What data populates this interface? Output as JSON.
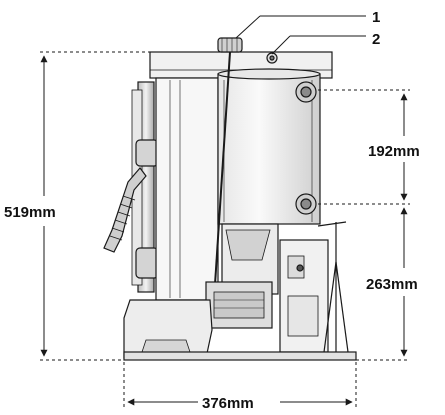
{
  "callouts": [
    {
      "number": "1"
    },
    {
      "number": "2"
    }
  ],
  "dimensions": {
    "overall_height": "519mm",
    "upper_section": "192mm",
    "lower_section": "263mm",
    "base_width": "376mm"
  },
  "colors": {
    "line": "#1a1a1a",
    "body_light": "#f4f4f4",
    "body_mid": "#d8d8d8",
    "body_dark": "#8a8a8a"
  },
  "icons": {
    "handle": "lever-handle-icon",
    "knob": "top-knob-icon",
    "valve": "valve-icon"
  }
}
